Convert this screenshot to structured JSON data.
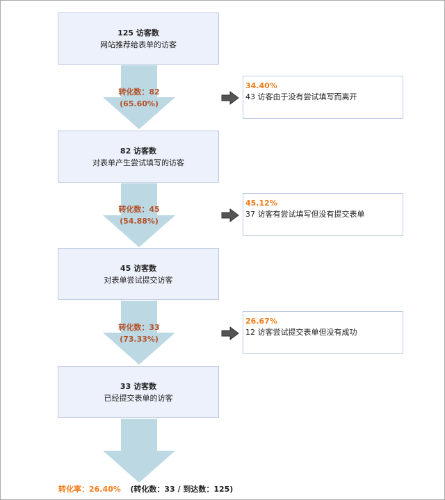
{
  "stages": [
    {
      "count": "125 访客数",
      "desc": "网站推荐给表单的访客"
    },
    {
      "count": "82 访客数",
      "desc": "对表单产生尝试填写的访客"
    },
    {
      "count": "45 访客数",
      "desc": "对表单尝试提交访客"
    },
    {
      "count": "33 访客数",
      "desc": "已经提交表单的访客"
    }
  ],
  "conversions": [
    {
      "label": "转化数：82",
      "pct": "(65.60%)"
    },
    {
      "label": "转化数：45",
      "pct": "(54.88%)"
    },
    {
      "label": "转化数：33",
      "pct": "(73.33%)"
    }
  ],
  "exits": [
    {
      "pct": "34.40%",
      "text": "43 访客由于没有尝试填写而离开"
    },
    {
      "pct": "45.12%",
      "text": "37 访客有尝试填写但没有提交表单"
    },
    {
      "pct": "26.67%",
      "text": "12 访客尝试提交表单但没有成功"
    }
  ],
  "summary": {
    "rate": "转化率：26.40%",
    "detail": "(转化数：33 / 到达数：125)"
  },
  "colors": {
    "stage_fill": "#edf1fb",
    "stage_border": "#b9c7e2",
    "arrow_fill": "#bcd8e3",
    "conversion_text": "#b5522a",
    "exit_pct": "#f07d1a",
    "exit_arrow": "#555555"
  }
}
